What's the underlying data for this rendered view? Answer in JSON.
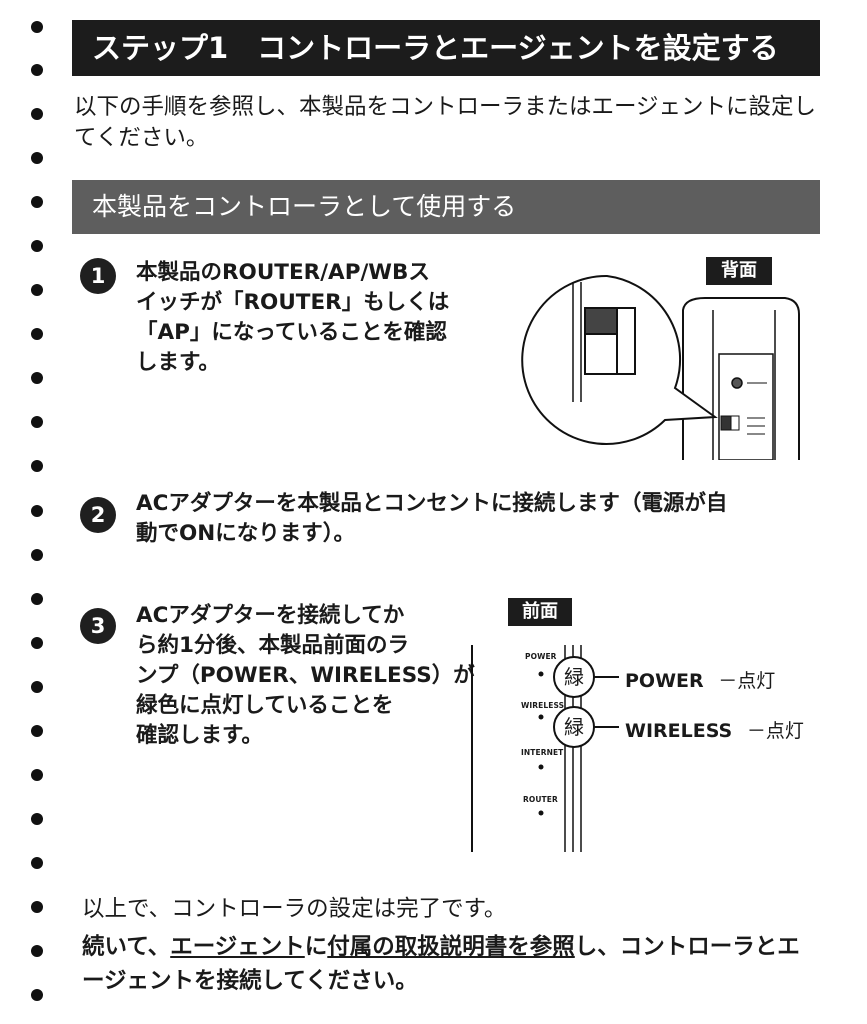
{
  "header": {
    "title": "ステップ1　コントローラとエージェントを設定する"
  },
  "intro": "以下の手順を参照し、本製品をコントローラまたはエージェントに設定してください。",
  "section": {
    "title": "本製品をコントローラとして使用する"
  },
  "steps": [
    {
      "number": "1",
      "lines": [
        "本製品のROUTER/AP/WBス",
        "イッチが「ROUTER」もしくは",
        "「AP」になっていることを確認",
        "します。"
      ]
    },
    {
      "number": "2",
      "lines": [
        "ACアダプターを本製品とコンセントに接続します（電源が自",
        "動でONになります）。"
      ]
    },
    {
      "number": "3",
      "lines": [
        "ACアダプターを接続してか",
        "ら約1分後、本製品前面のラ",
        "ンプ（POWER、WIRELESS）が",
        "緑色に点灯していることを",
        "確認します。"
      ]
    }
  ],
  "figure_rear": {
    "label": "背面"
  },
  "figure_front": {
    "label": "前面",
    "lamps": [
      "POWER",
      "WIRELESS",
      "INTERNET",
      "ROUTER"
    ],
    "callouts": [
      {
        "circle": "緑",
        "name": "POWER",
        "state": "－点灯"
      },
      {
        "circle": "緑",
        "name": "WIRELESS",
        "state": "－点灯"
      }
    ]
  },
  "outro": {
    "line1": "以上で、コントローラの設定は完了です。",
    "line2_a": "続いて、",
    "line2_link1": "エージェント",
    "line2_b": "に",
    "line2_link2": "付属の取扱説明書を参照",
    "line2_c": "し、コントローラとエージェントを接続してください。"
  }
}
